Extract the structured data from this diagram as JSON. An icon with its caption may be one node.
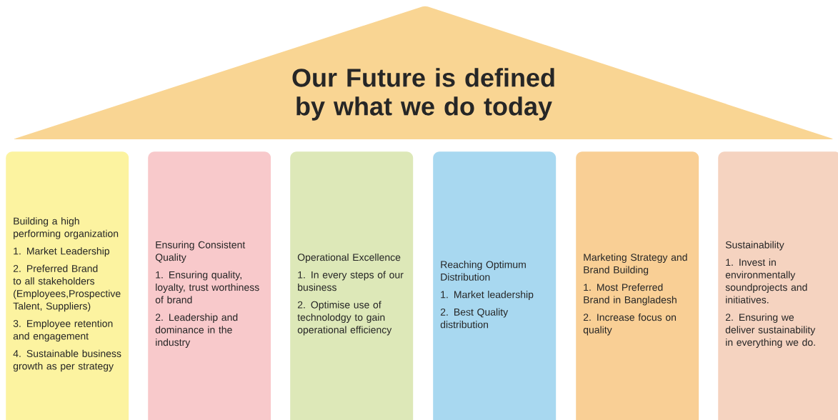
{
  "diagram": {
    "nodes": [
      {
        "text": [
          "Our Future is defined by what we do today"
        ]
      },
      {
        "text": [
          "Building a high performing organization",
          "1. Market Leadership",
          "2. Preferred Brand to all stakeholders (Employees,Prospective Talent, Suppliers)",
          "3. Employee retention and engagement",
          "4. Sustainable business growth as per strategy"
        ]
      },
      {
        "text": [
          "Ensuring Consistent Quality",
          "1. Ensuring quality, loyalty, trust worthiness of brand",
          "2. Leadership and dominance in the industry"
        ]
      },
      {
        "text": [
          "Operational Excellence",
          "1. In every steps of our business",
          "2. Optimise use of technolodgy to gain operational efficiency"
        ]
      },
      {
        "text": [
          "Reaching Optimum Distribution",
          "1. Market leadership",
          "2. Best Quality distribution"
        ]
      },
      {
        "text": [
          "Marketing Strategy and Brand Building",
          "1. Most Preferred Brand in Bangladesh",
          "2. Increase focus on quality"
        ]
      },
      {
        "text": [
          "Sustainability",
          "1. Invest in environmentally soundprojects and initiatives.",
          "2. Ensuring we deliver sustainability in everything we do."
        ]
      }
    ]
  }
}
